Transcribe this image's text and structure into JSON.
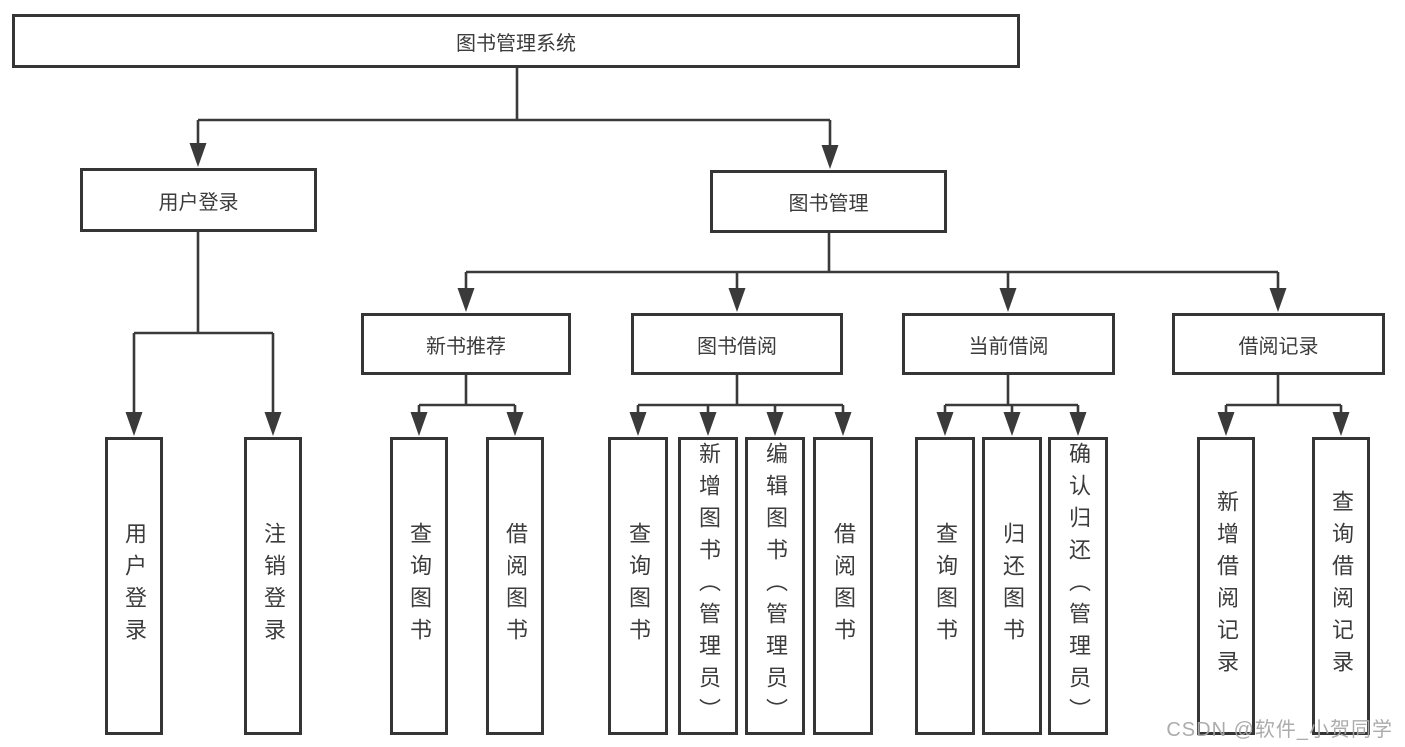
{
  "diagram": {
    "title": "图书管理系统",
    "branches": [
      {
        "label": "用户登录",
        "children": [
          {
            "label": "用户登录"
          },
          {
            "label": "注销登录"
          }
        ]
      },
      {
        "label": "图书管理",
        "children": [
          {
            "label": "新书推荐",
            "children": [
              {
                "label": "查询图书"
              },
              {
                "label": "借阅图书"
              }
            ]
          },
          {
            "label": "图书借阅",
            "children": [
              {
                "label": "查询图书"
              },
              {
                "label": "新增图书（管理员）"
              },
              {
                "label": "编辑图书（管理员）"
              },
              {
                "label": "借阅图书"
              }
            ]
          },
          {
            "label": "当前借阅",
            "children": [
              {
                "label": "查询图书"
              },
              {
                "label": "归还图书"
              },
              {
                "label": "确认归还（管理员）"
              }
            ]
          },
          {
            "label": "借阅记录",
            "children": [
              {
                "label": "新增借阅记录"
              },
              {
                "label": "查询借阅记录"
              }
            ]
          }
        ]
      }
    ]
  },
  "watermark": {
    "text": "CSDN @软件_小贺同学"
  },
  "colors": {
    "background": "#ffffff",
    "line": "#3a3a3a",
    "box_border": "#353535",
    "text": "#3c3c3c",
    "watermark": "#a8a8a8"
  }
}
